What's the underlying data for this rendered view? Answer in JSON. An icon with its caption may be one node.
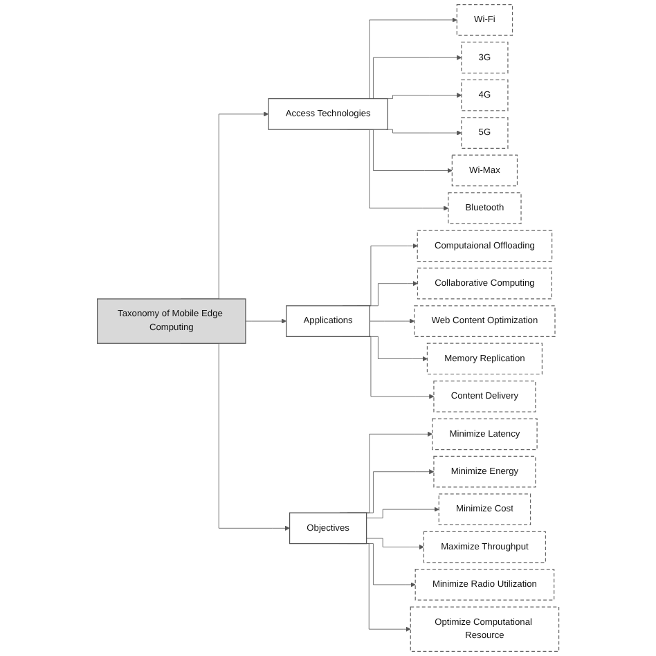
{
  "diagram": {
    "nodes": [
      {
        "text": [
          "Taxonomy of Mobile Edge Computing"
        ]
      },
      {
        "text": [
          "Access Technologies"
        ]
      },
      {
        "text": [
          "Wi-Fi"
        ]
      },
      {
        "text": [
          "3G"
        ]
      },
      {
        "text": [
          "4G"
        ]
      },
      {
        "text": [
          "5G"
        ]
      },
      {
        "text": [
          "Wi-Max"
        ]
      },
      {
        "text": [
          "Bluetooth"
        ]
      },
      {
        "text": [
          "Applications"
        ]
      },
      {
        "text": [
          "Computaional Offloading"
        ]
      },
      {
        "text": [
          "Collaborative Computing"
        ]
      },
      {
        "text": [
          "Web Content Optimization"
        ]
      },
      {
        "text": [
          "Memory Replication"
        ]
      },
      {
        "text": [
          "Content Delivery"
        ]
      },
      {
        "text": [
          "Objectives"
        ]
      },
      {
        "text": [
          "Minimize Latency"
        ]
      },
      {
        "text": [
          "Minimize Energy"
        ]
      },
      {
        "text": [
          "Minimize Cost"
        ]
      },
      {
        "text": [
          "Maximize Throughput"
        ]
      },
      {
        "text": [
          "Minimize Radio Utilization"
        ]
      },
      {
        "text": [
          "Optimize Computational Resource"
        ]
      }
    ],
    "edges": [
      {
        "from": 0,
        "to": 1,
        "arrow": "to"
      },
      {
        "from": 0,
        "to": 8,
        "arrow": "to"
      },
      {
        "from": 0,
        "to": 14,
        "arrow": "to"
      },
      {
        "from": 1,
        "to": 2,
        "arrow": "to"
      },
      {
        "from": 1,
        "to": 3,
        "arrow": "to"
      },
      {
        "from": 1,
        "to": 4,
        "arrow": "to"
      },
      {
        "from": 1,
        "to": 5,
        "arrow": "to"
      },
      {
        "from": 1,
        "to": 6,
        "arrow": "to"
      },
      {
        "from": 1,
        "to": 7,
        "arrow": "to"
      },
      {
        "from": 8,
        "to": 9,
        "arrow": "to"
      },
      {
        "from": 8,
        "to": 10,
        "arrow": "to"
      },
      {
        "from": 8,
        "to": 11,
        "arrow": "to"
      },
      {
        "from": 8,
        "to": 12,
        "arrow": "to"
      },
      {
        "from": 8,
        "to": 13,
        "arrow": "to"
      },
      {
        "from": 14,
        "to": 15,
        "arrow": "to"
      },
      {
        "from": 14,
        "to": 16,
        "arrow": "to"
      },
      {
        "from": 14,
        "to": 17,
        "arrow": "to"
      },
      {
        "from": 14,
        "to": 18,
        "arrow": "to"
      },
      {
        "from": 14,
        "to": 19,
        "arrow": "to"
      },
      {
        "from": 14,
        "to": 20,
        "arrow": "to"
      }
    ]
  }
}
